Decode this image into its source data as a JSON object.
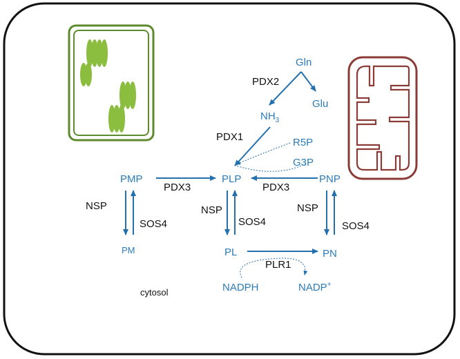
{
  "colors": {
    "metabolite": "#2b7bb9",
    "arrow": "#2470ad",
    "enzyme": "#111111",
    "cell_border": "#111111",
    "chloroplast": "#5e8a2e",
    "thylakoid": "#8bbd3f",
    "mitochondrion": "#8a3b36"
  },
  "icons": {
    "chloroplast": "chloroplast-icon",
    "mitochondrion": "mitochondrion-icon"
  },
  "metabolites": {
    "gln": "Gln",
    "glu": "Glu",
    "nh3_base": "NH",
    "nh3_sub": "3",
    "r5p": "R5P",
    "g3p": "G3P",
    "pmp": "PMP",
    "plp": "PLP",
    "pnp": "PNP",
    "pm": "PM",
    "pl": "PL",
    "pn": "PN",
    "nadph": "NADPH",
    "nadp_base": "NADP",
    "nadp_sup": "+"
  },
  "enzymes": {
    "pdx2": "PDX2",
    "pdx1": "PDX1",
    "pdx3_left": "PDX3",
    "pdx3_right": "PDX3",
    "nsp_left": "NSP",
    "sos4_left": "SOS4",
    "nsp_mid": "NSP",
    "sos4_mid": "SOS4",
    "nsp_right": "NSP",
    "sos4_right": "SOS4",
    "plr1": "PLR1"
  },
  "compartment": "cytosol"
}
